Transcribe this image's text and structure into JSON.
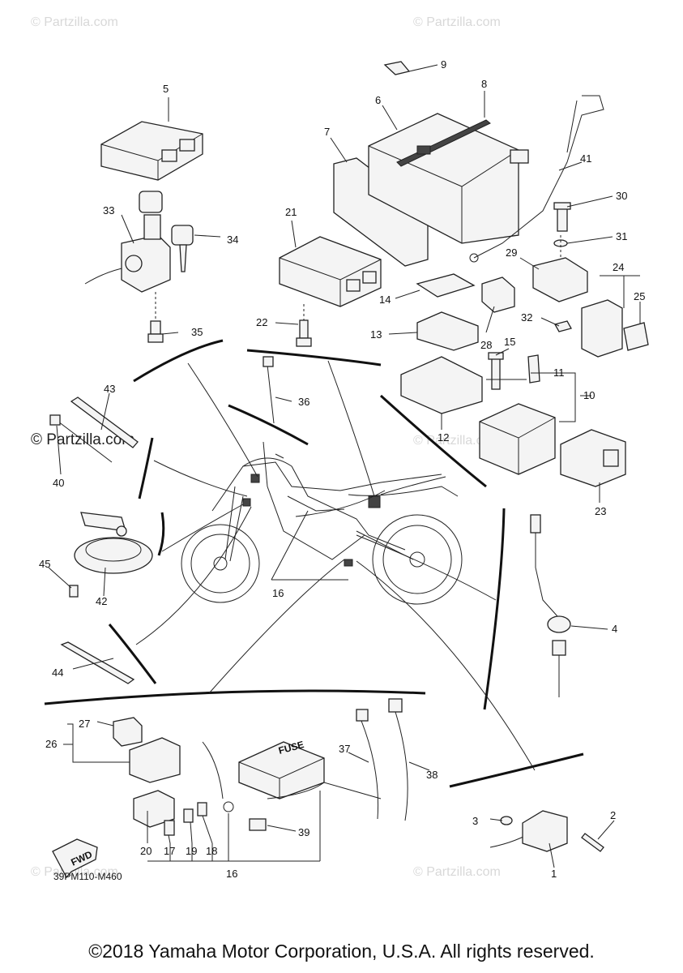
{
  "watermarks": {
    "site": "© Partzilla.com",
    "site_short": "© Partzilla.com",
    "center": "© Partzilla.com"
  },
  "callouts": {
    "c1": "1",
    "c2": "2",
    "c3": "3",
    "c4": "4",
    "c5": "5",
    "c6": "6",
    "c7": "7",
    "c8": "8",
    "c9": "9",
    "c10": "10",
    "c11": "11",
    "c12": "12",
    "c13": "13",
    "c14": "14",
    "c15": "15",
    "c16a": "16",
    "c16b": "16",
    "c17": "17",
    "c18": "18",
    "c19": "19",
    "c20": "20",
    "c21": "21",
    "c22": "22",
    "c23": "23",
    "c24": "24",
    "c25": "25",
    "c26": "26",
    "c27": "27",
    "c28": "28",
    "c29": "29",
    "c30": "30",
    "c31": "31",
    "c32": "32",
    "c33": "33",
    "c34": "34",
    "c35": "35",
    "c36": "36",
    "c37": "37",
    "c38": "38",
    "c39": "39",
    "c40": "40",
    "c41": "41",
    "c42": "42",
    "c43": "43",
    "c44": "44",
    "c45": "45"
  },
  "fwd_label": "FWD",
  "fuse_label": "FUSE",
  "diagram_code": "39PM110-M460",
  "copyright": "©2018 Yamaha Motor Corporation, U.S.A. All rights reserved."
}
